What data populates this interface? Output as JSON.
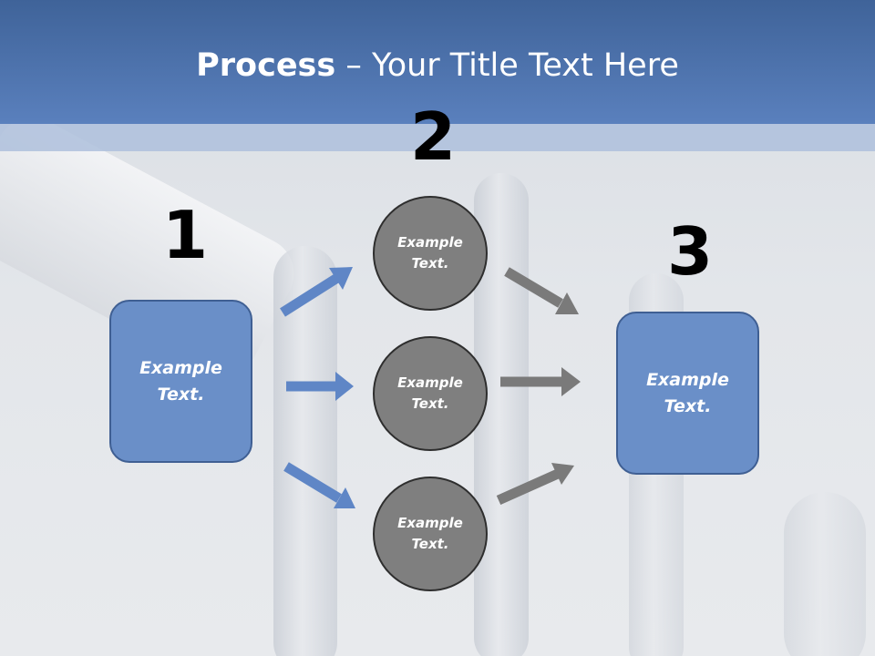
{
  "slide": {
    "title_bold": "Process",
    "title_rest": " – Your Title Text Here"
  },
  "steps": {
    "step1": {
      "number": "1",
      "box_text": "Example\nText."
    },
    "step2": {
      "number": "2",
      "circles": [
        "Example\nText.",
        "Example\nText.",
        "Example\nText."
      ]
    },
    "step3": {
      "number": "3",
      "box_text": "Example\nText."
    }
  },
  "colors": {
    "header": "#4a6fa8",
    "box_fill": "#6a8fc8",
    "circle_fill": "#7f7f7f",
    "blue_arrow": "#5f86c6",
    "gray_arrow": "#7a7a7a"
  }
}
